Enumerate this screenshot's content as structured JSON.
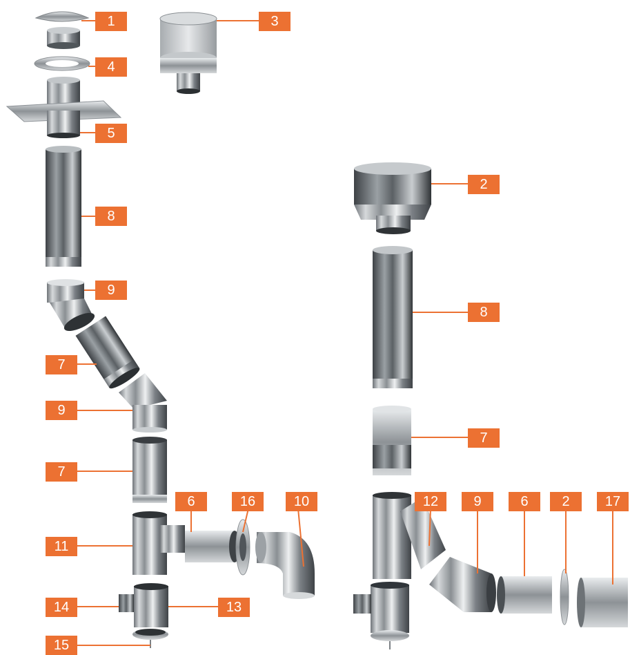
{
  "labels": {
    "n1": "1",
    "n3": "3",
    "n4": "4",
    "n5": "5",
    "n8a": "8",
    "n9a": "9",
    "n7a": "7",
    "n9b": "9",
    "n7b": "7",
    "n6a": "6",
    "n16": "16",
    "n10": "10",
    "n11": "11",
    "n14": "14",
    "n13": "13",
    "n15": "15",
    "n2a": "2",
    "n8b": "8",
    "n7c": "7",
    "n12": "12",
    "n9c": "9",
    "n6b": "6",
    "n2b": "2",
    "n17": "17"
  },
  "colors": {
    "label_bg": "#ec7132",
    "label_text": "#ffffff",
    "leader": "#ec7132",
    "steel": "#9aa3a8"
  }
}
